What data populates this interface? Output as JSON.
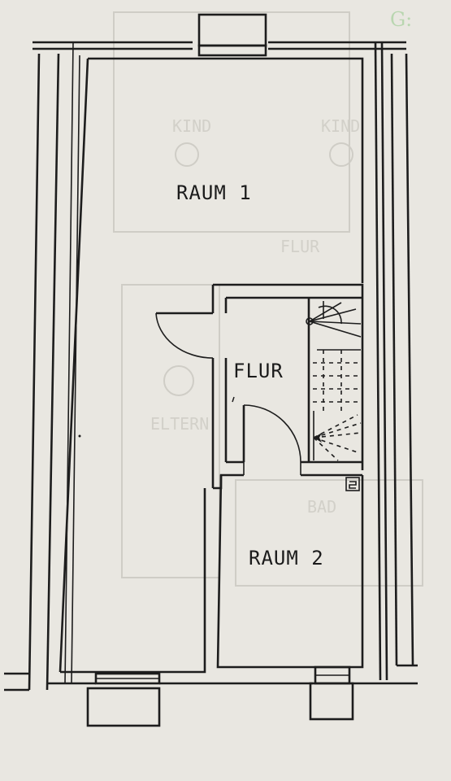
{
  "background": "#e9e7e1",
  "ink": "#1d1d1d",
  "rooms": {
    "raum1": "RAUM 1",
    "flur": "FLUR",
    "raum2": "RAUM 2"
  },
  "faint_background_labels": {
    "kind_left": "KIND",
    "kind_right": "KIND",
    "flur": "FLUR",
    "eltern": "ELTERN",
    "bad": "BAD"
  },
  "corner_mark": "G:"
}
